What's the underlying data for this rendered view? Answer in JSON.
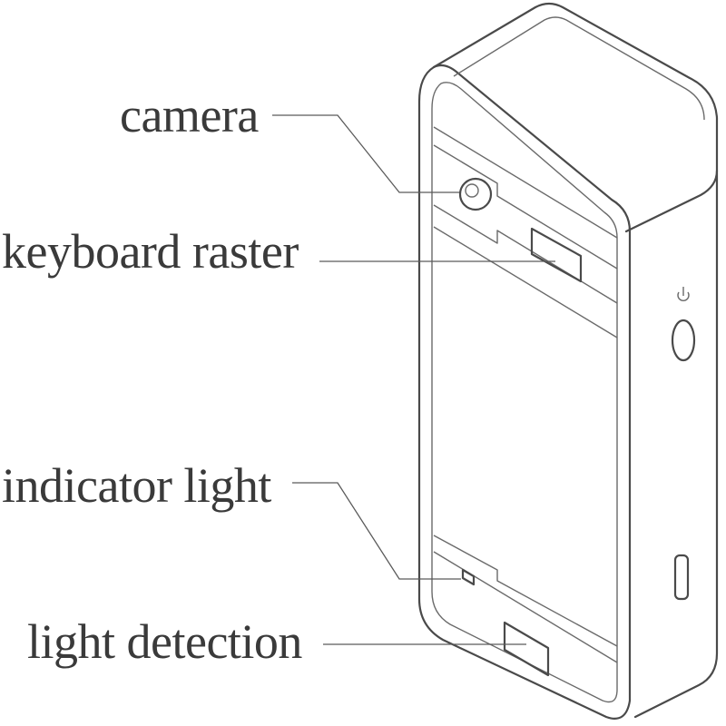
{
  "labels": {
    "camera": "camera",
    "keyboard_raster": "keyboard raster",
    "indicator_light": "indicator light",
    "light_detection": "light detection"
  },
  "icons": {
    "power": "power-icon"
  },
  "colors": {
    "line": "#4a4a4a",
    "text": "#3a3a3a",
    "background": "#ffffff"
  }
}
